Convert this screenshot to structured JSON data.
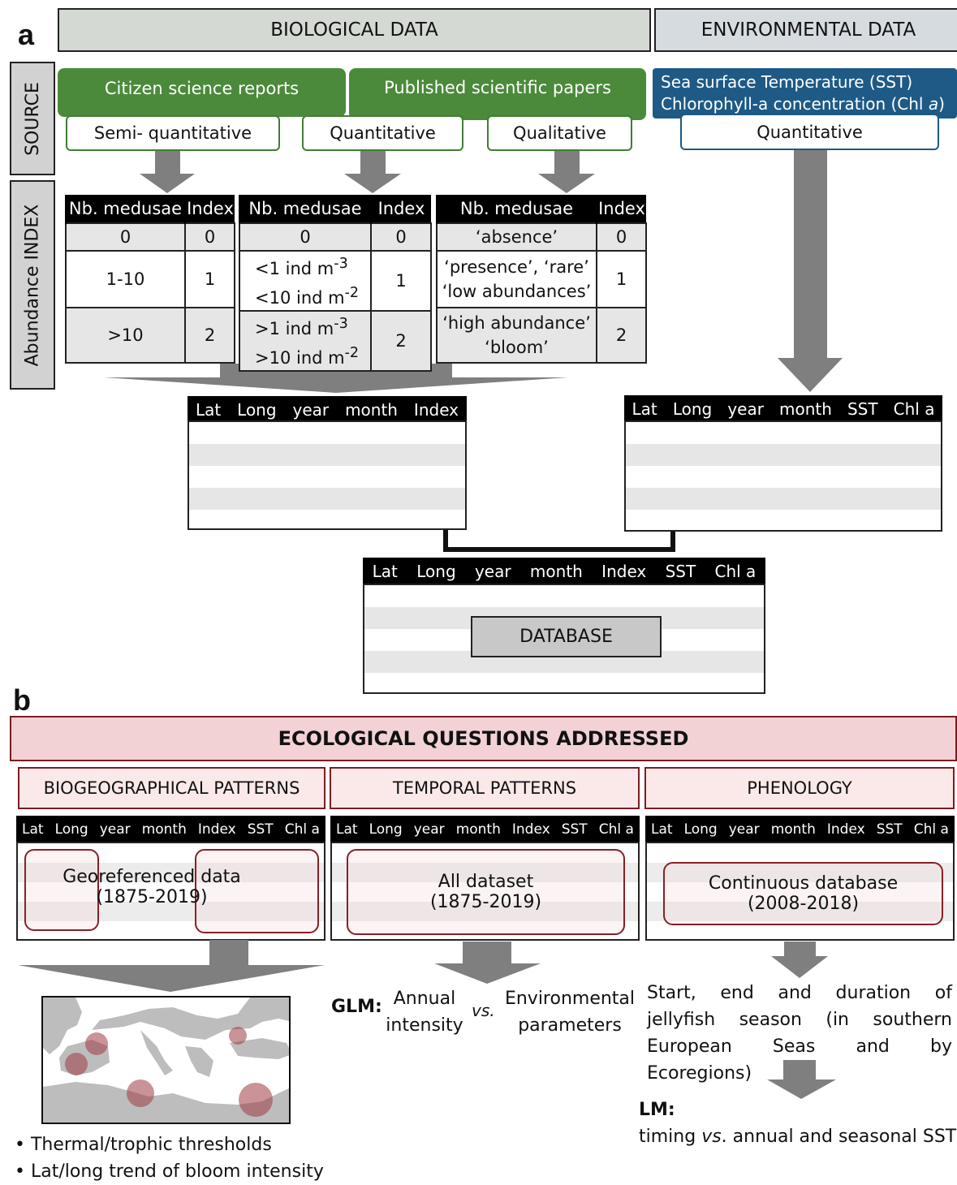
{
  "panel_a": {
    "letter": "a",
    "biological_header": "BIOLOGICAL DATA",
    "environmental_header": "ENVIRONMENTAL DATA",
    "source_label": "SOURCE",
    "abundance_label": "Abundance INDEX",
    "sources": {
      "citizen": "Citizen science reports",
      "papers": "Published scientific papers",
      "env_line1": "Sea surface Temperature (SST)",
      "env_line2_prefix": "Chlorophyll-a concentration (Chl ",
      "env_line2_italic": "a",
      "env_line2_suffix": ")"
    },
    "data_types": {
      "semi": "Semi- quantitative",
      "quant": "Quantitative",
      "qual": "Qualitative",
      "env_quant": "Quantitative"
    },
    "tables": {
      "semi": {
        "headers": [
          "Nb. medusae",
          "Index"
        ],
        "rows": [
          [
            "0",
            "0"
          ],
          [
            "1-10",
            "1"
          ],
          [
            ">10",
            "2"
          ]
        ]
      },
      "quant": {
        "headers": [
          "Nb. medusae",
          "Index"
        ],
        "rows": [
          [
            "0",
            "0"
          ],
          [
            "<1   ind m-3 / <10 ind m-2",
            "1"
          ],
          [
            ">1   ind m-3 / >10 ind m-2",
            "2"
          ]
        ],
        "r1a_pre": "<1   ind m",
        "r1a_sup": "-3",
        "r1b_pre": "<10 ind m",
        "r1b_sup": "-2",
        "r2a_pre": ">1   ind m",
        "r2a_sup": "-3",
        "r2b_pre": ">10 ind m",
        "r2b_sup": "-2"
      },
      "qual": {
        "headers": [
          "Nb. medusae",
          "Index"
        ],
        "rows": [
          [
            "‘absence’",
            "0"
          ],
          [
            "‘presence’, ‘rare’ / ‘low abundances’",
            "1"
          ],
          [
            "‘high abundance’ / ‘bloom’",
            "2"
          ]
        ],
        "r1a": "‘presence’, ‘rare’",
        "r1b": "‘low abundances’",
        "r2a": "‘high abundance’",
        "r2b": "‘bloom’"
      }
    },
    "bio_table_cols": [
      "Lat",
      "Long",
      "year",
      "month",
      "Index"
    ],
    "env_table_cols": [
      "Lat",
      "Long",
      "year",
      "month",
      "SST",
      "Chl a"
    ],
    "db_table_cols": [
      "Lat",
      "Long",
      "year",
      "month",
      "Index",
      "SST",
      "Chl a"
    ],
    "database_label": "DATABASE"
  },
  "panel_b": {
    "letter": "b",
    "title": "ECOLOGICAL QUESTIONS ADDRESSED",
    "columns": [
      {
        "title": "BIOGEOGRAPHICAL PATTERNS",
        "box_line1": "Georeferenced data",
        "box_line2": "(1875-2019)"
      },
      {
        "title": "TEMPORAL PATTERNS",
        "box_line1": "All dataset",
        "box_line2": "(1875-2019)"
      },
      {
        "title": "PHENOLOGY",
        "box_line1": "Continuous database",
        "box_line2": "(2008-2018)"
      }
    ],
    "mini_cols": [
      "Lat",
      "Long",
      "year",
      "month",
      "Index",
      "SST",
      "Chl a"
    ],
    "bullets": [
      "• Thermal/trophic thresholds",
      "• Lat/long trend of bloom intensity"
    ],
    "glm": {
      "label": "GLM:",
      "left_1": "Annual",
      "left_2": "intensity",
      "vs": "vs.",
      "right_1": "Environmental",
      "right_2": "parameters"
    },
    "phenology_text": "Start, end and duration of jellyfish season (in southern European Seas and by Ecoregions)",
    "lm": {
      "label": "LM:",
      "prefix": "timing ",
      "vs": "vs",
      "suffix": ". annual and seasonal SST"
    }
  },
  "colors": {
    "green": "#4b8a3a",
    "blue": "#1e5a85",
    "pink": "#f2d2d5",
    "dark_red": "#7a1e22",
    "arrow_gray": "#7f7f7f"
  }
}
